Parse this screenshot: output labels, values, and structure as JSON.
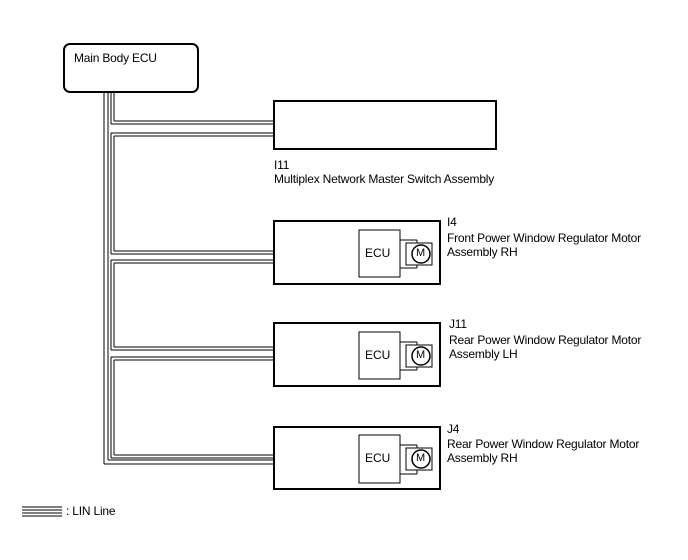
{
  "main_ecu": {
    "label": "Main Body ECU"
  },
  "master_switch": {
    "code": "I11",
    "name": "Multiplex Network Master Switch Assembly"
  },
  "modules": [
    {
      "code": "I4",
      "name_line1": "Front Power Window Regulator Motor",
      "name_line2": "Assembly RH",
      "ecu_label": "ECU",
      "motor_label": "M"
    },
    {
      "code": "J11",
      "name_line1": "Rear Power Window Regulator Motor",
      "name_line2": "Assembly LH",
      "ecu_label": "ECU",
      "motor_label": "M"
    },
    {
      "code": "J4",
      "name_line1": "Rear Power Window Regulator Motor",
      "name_line2": "Assembly RH",
      "ecu_label": "ECU",
      "motor_label": "M"
    }
  ],
  "legend": {
    "label": ": LIN Line"
  }
}
